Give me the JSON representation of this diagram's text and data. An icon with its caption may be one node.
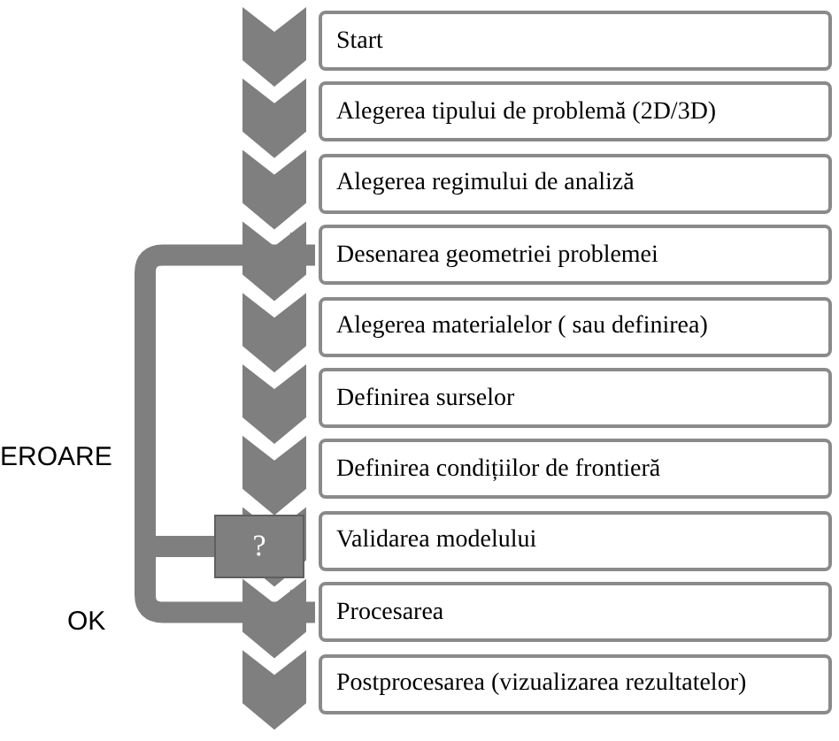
{
  "diagram": {
    "nodes": [
      {
        "text": [
          "Start"
        ]
      },
      {
        "text": [
          "Alegerea tipului de problemă (2D/3D)"
        ]
      },
      {
        "text": [
          "Alegerea regimului de analiză"
        ]
      },
      {
        "text": [
          "Desenarea geometriei problemei"
        ]
      },
      {
        "text": [
          "Alegerea materialelor ( sau definirea)"
        ]
      },
      {
        "text": [
          "Definirea surselor"
        ]
      },
      {
        "text": [
          "Definirea condițiilor de frontieră"
        ]
      },
      {
        "text": [
          "Validarea modelului"
        ]
      },
      {
        "text": [
          "Procesarea"
        ]
      },
      {
        "text": [
          "Postprocesarea (vizualizarea rezultatelor)"
        ]
      },
      {
        "text": [
          "?"
        ]
      }
    ],
    "edges": [
      {
        "from": 10,
        "to": 3,
        "arrow": "to",
        "label": "EROARE"
      },
      {
        "from": 10,
        "to": 8,
        "arrow": "to",
        "label": "OK"
      }
    ]
  }
}
